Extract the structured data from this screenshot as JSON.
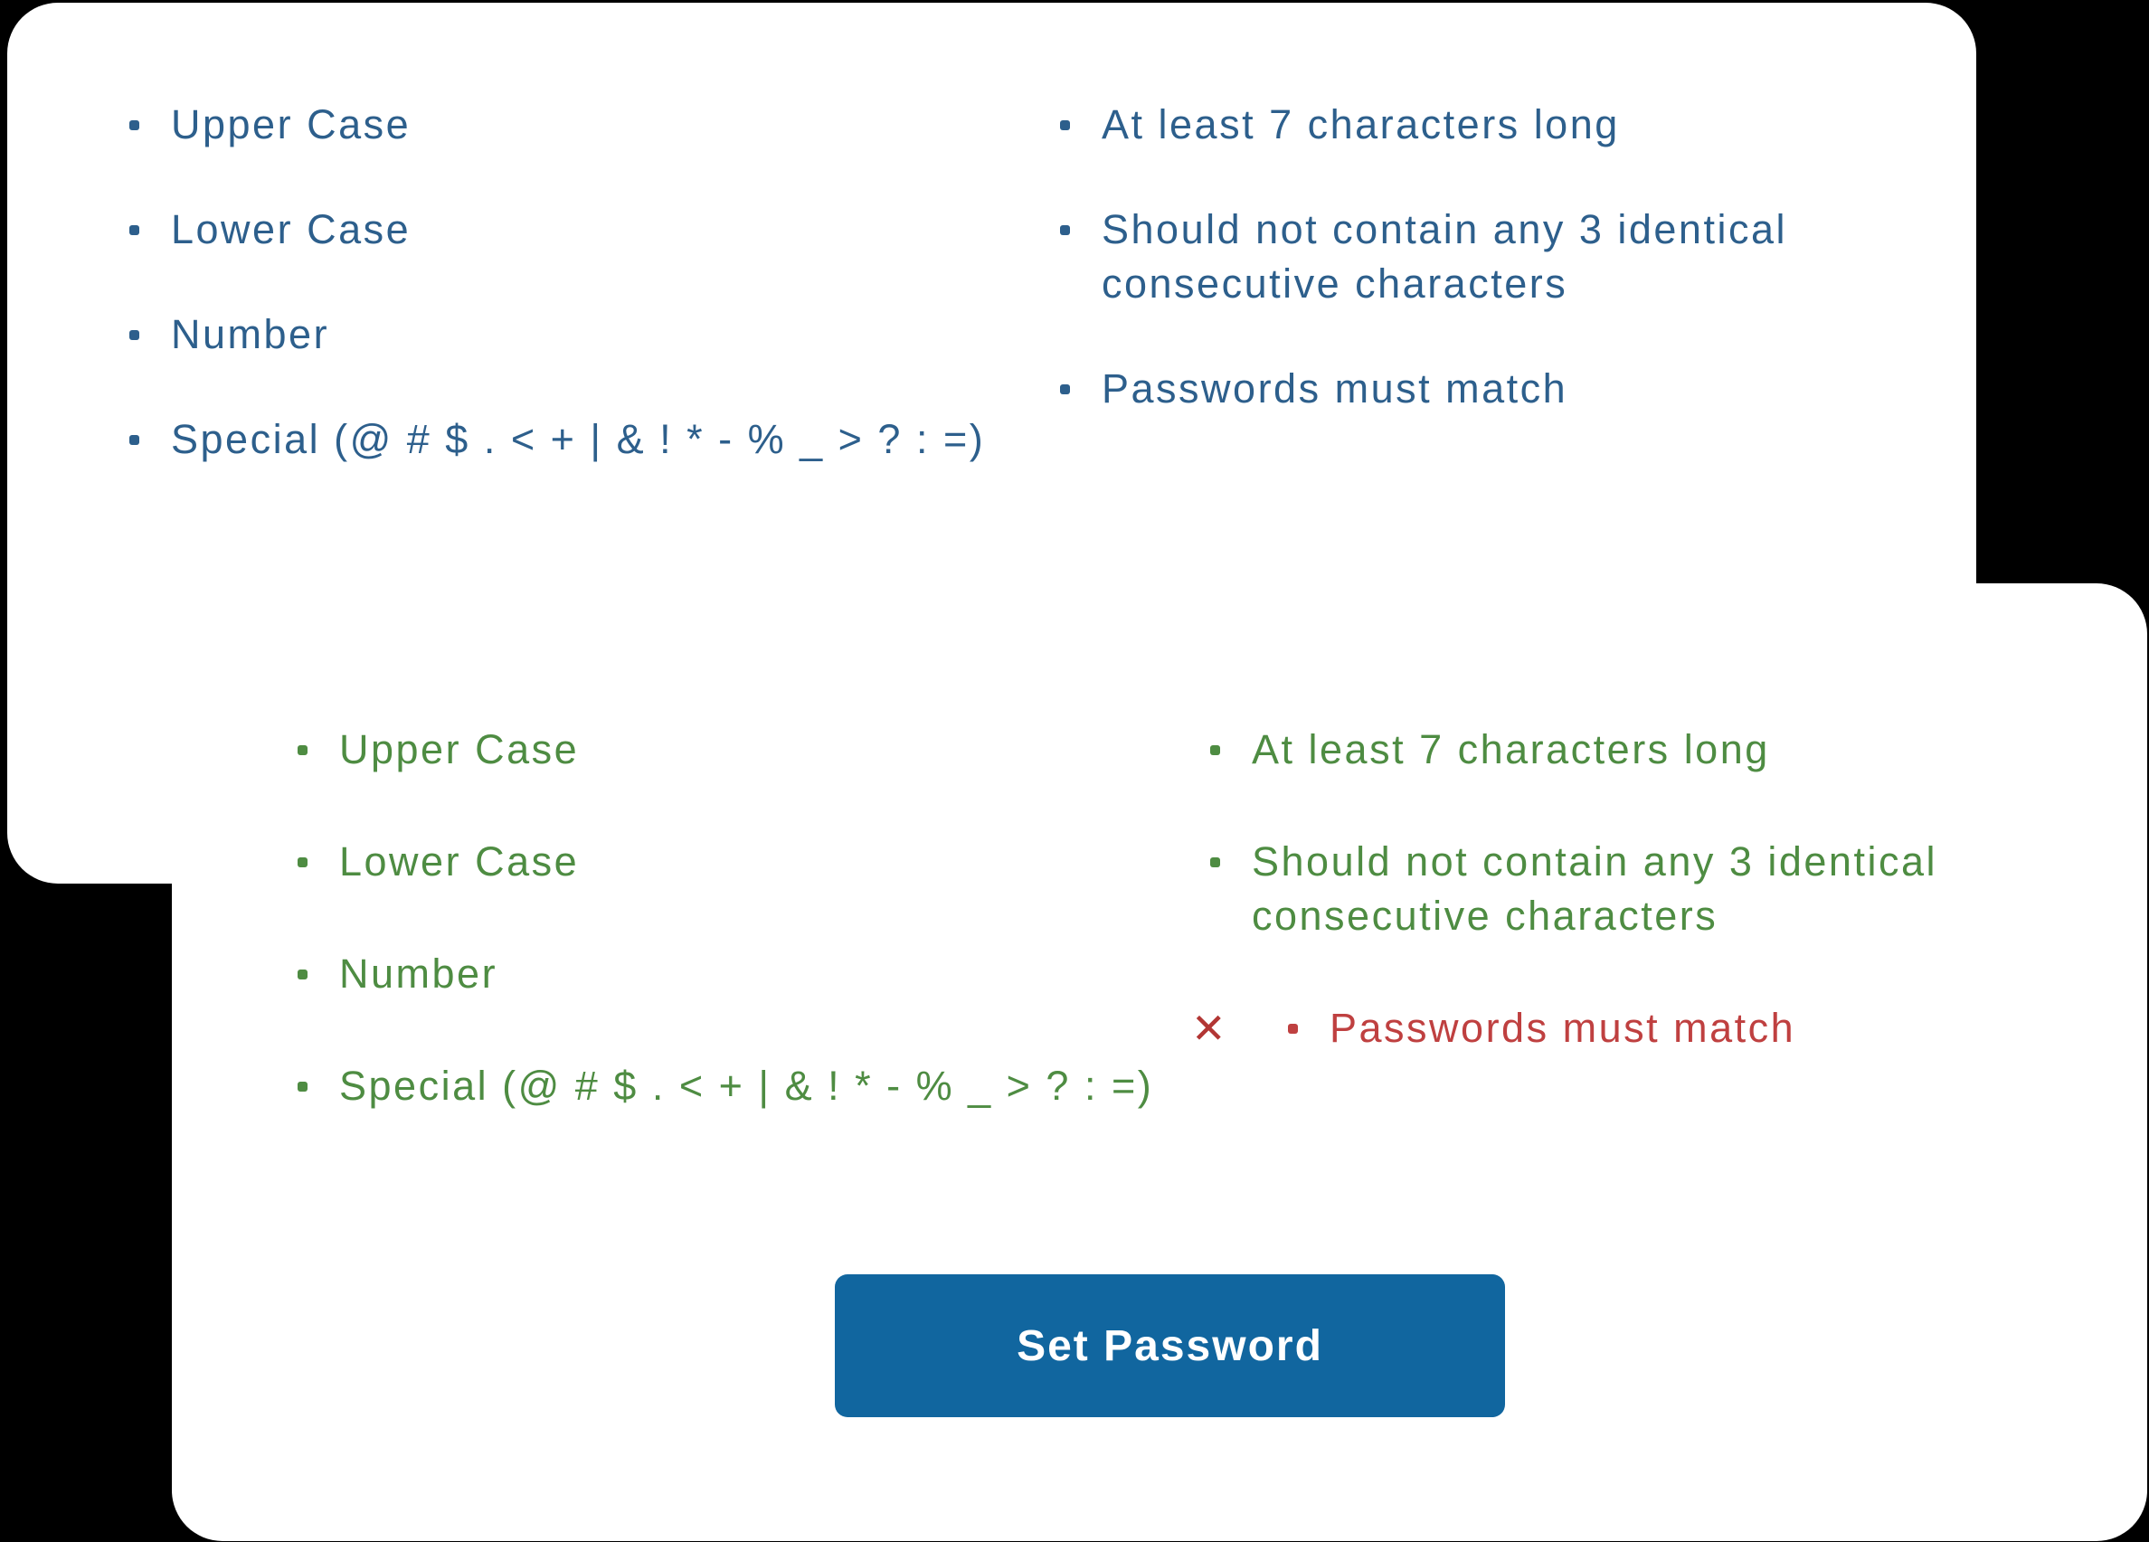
{
  "colors": {
    "background": "#000000",
    "card": "#ffffff",
    "pending_text": "#2d5f8c",
    "met_text": "#4e8c42",
    "failed_text": "#bf4040",
    "failed_x": "#b23634",
    "button_bg": "#11669f",
    "button_text": "#ffffff"
  },
  "top_panel": {
    "left_items": [
      "Upper Case",
      "Lower Case",
      "Number",
      "Special (@ # $ . < + | & ! * - % _ > ? : =)"
    ],
    "right_items": [
      {
        "lines": [
          "At least 7 characters long"
        ]
      },
      {
        "lines": [
          "Should not contain any 3 identical",
          "consecutive characters"
        ]
      },
      {
        "lines": [
          "Passwords must match"
        ]
      }
    ]
  },
  "bottom_panel": {
    "left_items": [
      "Upper Case",
      "Lower Case",
      "Number",
      "Special (@ # $ . < + | & ! * - % _ > ? : =)"
    ],
    "right_items": [
      {
        "lines": [
          "At least 7 characters long"
        ]
      },
      {
        "lines": [
          "Should not contain any 3 identical",
          "consecutive characters"
        ]
      }
    ],
    "failed_item": {
      "label": "Passwords must match",
      "x_icon": "✕"
    }
  },
  "button": {
    "label": "Set Password"
  }
}
